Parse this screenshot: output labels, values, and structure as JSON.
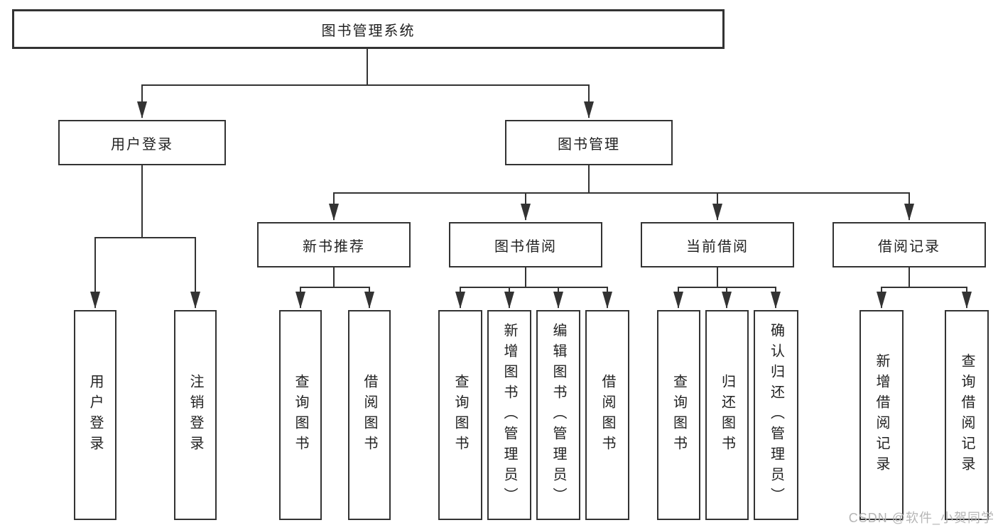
{
  "diagram": {
    "type": "tree",
    "root": {
      "label": "图书管理系统",
      "children": [
        {
          "label": "用户登录",
          "children": [
            {
              "label": "用户登录"
            },
            {
              "label": "注销登录"
            }
          ]
        },
        {
          "label": "图书管理",
          "children": [
            {
              "label": "新书推荐",
              "children": [
                {
                  "label": "查询图书"
                },
                {
                  "label": "借阅图书"
                }
              ]
            },
            {
              "label": "图书借阅",
              "children": [
                {
                  "label": "查询图书"
                },
                {
                  "label": "新增图书（管理员）"
                },
                {
                  "label": "编辑图书（管理员）"
                },
                {
                  "label": "借阅图书"
                }
              ]
            },
            {
              "label": "当前借阅",
              "children": [
                {
                  "label": "查询图书"
                },
                {
                  "label": "归还图书"
                },
                {
                  "label": "确认归还（管理员）"
                }
              ]
            },
            {
              "label": "借阅记录",
              "children": [
                {
                  "label": "新增借阅记录"
                },
                {
                  "label": "查询借阅记录"
                }
              ]
            }
          ]
        }
      ]
    }
  },
  "watermark": {
    "text": "CSDN @软件_小贺同学"
  },
  "colors": {
    "line": "#333333",
    "text": "#222222",
    "watermark": "#b5b5b5",
    "background": "#ffffff"
  }
}
